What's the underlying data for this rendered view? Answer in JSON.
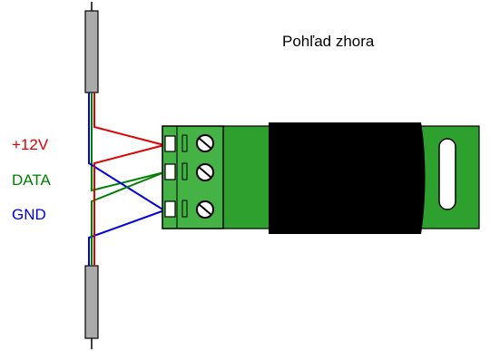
{
  "diagram": {
    "title": "Pohľad zhora",
    "pins": [
      {
        "label": "+12V",
        "color": "#e00000"
      },
      {
        "label": "DATA",
        "color": "#008000"
      },
      {
        "label": "GND",
        "color": "#0000e0"
      }
    ],
    "colors": {
      "terminal_block": "#44b244",
      "board": "#2ea02e",
      "black_body": "#000000",
      "cable_sheath": "#aaaaaa",
      "slot": "#ffffff",
      "outline": "#000000"
    },
    "icons": [
      "screw-icon",
      "wire-icon",
      "cable-icon"
    ]
  }
}
